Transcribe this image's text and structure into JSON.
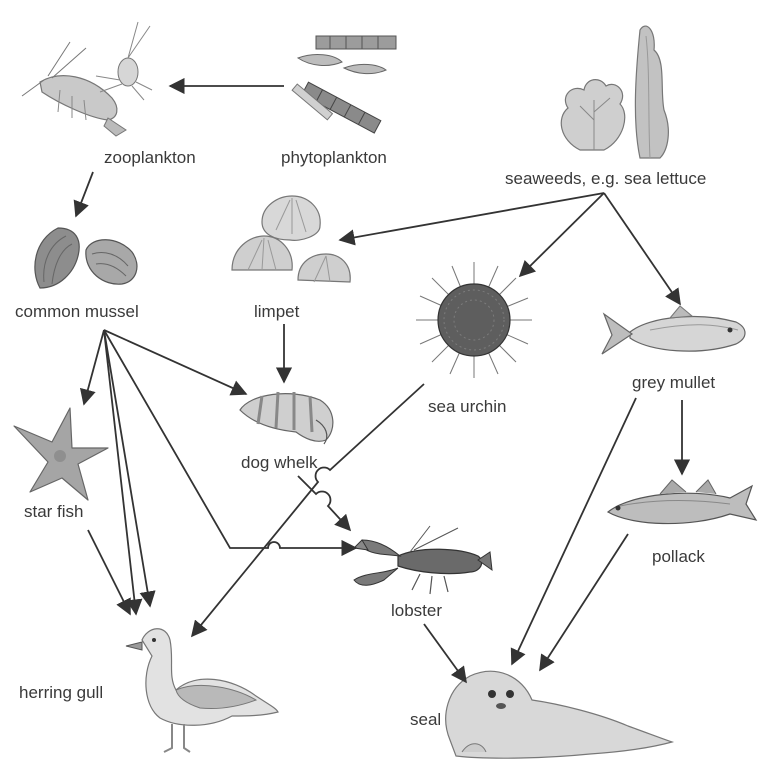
{
  "labels": {
    "zooplankton": "zooplankton",
    "phytoplankton": "phytoplankton",
    "seaweeds": "seaweeds, e.g. sea lettuce",
    "common_mussel": "common mussel",
    "limpet": "limpet",
    "sea_urchin": "sea urchin",
    "grey_mullet": "grey mullet",
    "dog_whelk": "dog whelk",
    "star_fish": "star fish",
    "pollack": "pollack",
    "lobster": "lobster",
    "herring_gull": "herring gull",
    "seal": "seal"
  },
  "colors": {
    "arrow": "#333333",
    "label": "#3a3a3a",
    "organism_light": "#d9d9d9",
    "organism_mid": "#a8a8a8",
    "organism_dark": "#6e6e6e"
  }
}
